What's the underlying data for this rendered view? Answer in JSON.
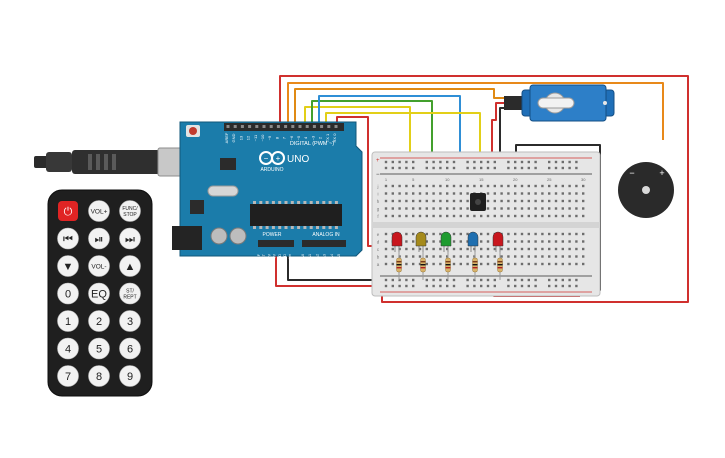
{
  "arduino": {
    "brand": "ARDUINO",
    "model": "UNO",
    "header_digital": "DIGITAL (PWM ~)",
    "header_power": "POWER",
    "header_analog": "ANALOG IN",
    "pin_labels_top": [
      "AREF",
      "GND",
      "13",
      "12",
      "~11",
      "~10",
      "~9",
      "8",
      "7",
      "~6",
      "~5",
      "4",
      "~3",
      "2",
      "TX 1",
      "RX 0"
    ],
    "pin_labels_bottom": [
      "IOREF",
      "RESET",
      "3.3V",
      "5V",
      "GND",
      "GND",
      "Vin",
      "A0",
      "A1",
      "A2",
      "A3",
      "A4",
      "A5"
    ]
  },
  "breadboard": {
    "column_numbers": [
      "1",
      "5",
      "10",
      "15",
      "20",
      "25",
      "30"
    ],
    "row_letters_top": [
      "j",
      "i",
      "h",
      "g",
      "f"
    ],
    "row_letters_bottom": [
      "e",
      "d",
      "c",
      "b",
      "a"
    ],
    "rail_plus": "+",
    "rail_minus": "−"
  },
  "leds": [
    {
      "color": "#c8161d"
    },
    {
      "color": "#a58a1c"
    },
    {
      "color": "#1f9b30"
    },
    {
      "color": "#1f6fb0"
    },
    {
      "color": "#c8161d"
    }
  ],
  "buzzer": {
    "minus": "−",
    "plus": "+"
  },
  "remote": {
    "buttons": [
      [
        "⏻",
        "VOL+",
        "FUNC/STOP"
      ],
      [
        "⏮",
        "⏯",
        "⏭"
      ],
      [
        "▼",
        "VOL-",
        "▲"
      ],
      [
        "0",
        "EQ",
        "ST/REPT"
      ],
      [
        "1",
        "2",
        "3"
      ],
      [
        "4",
        "5",
        "6"
      ],
      [
        "7",
        "8",
        "9"
      ]
    ]
  },
  "colors": {
    "wire_red": "#d0302e",
    "wire_orange": "#e8891a",
    "wire_yellow": "#e2cf18",
    "wire_green": "#43a02d",
    "wire_blue": "#2f8fd6",
    "wire_black": "#2b2b2b",
    "arduino_board": "#1b7caa",
    "servo_body": "#1f6fb8"
  }
}
